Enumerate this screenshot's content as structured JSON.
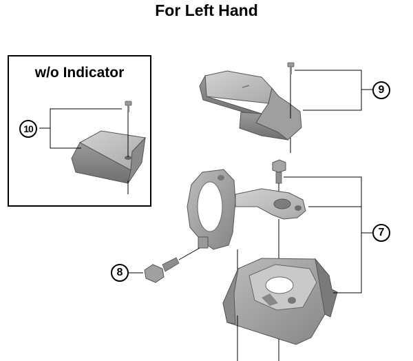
{
  "title": "For Left Hand",
  "inset": {
    "title": "w/o Indicator"
  },
  "callouts": {
    "c7": "7",
    "c8": "8",
    "c9": "9",
    "c10": "10"
  }
}
